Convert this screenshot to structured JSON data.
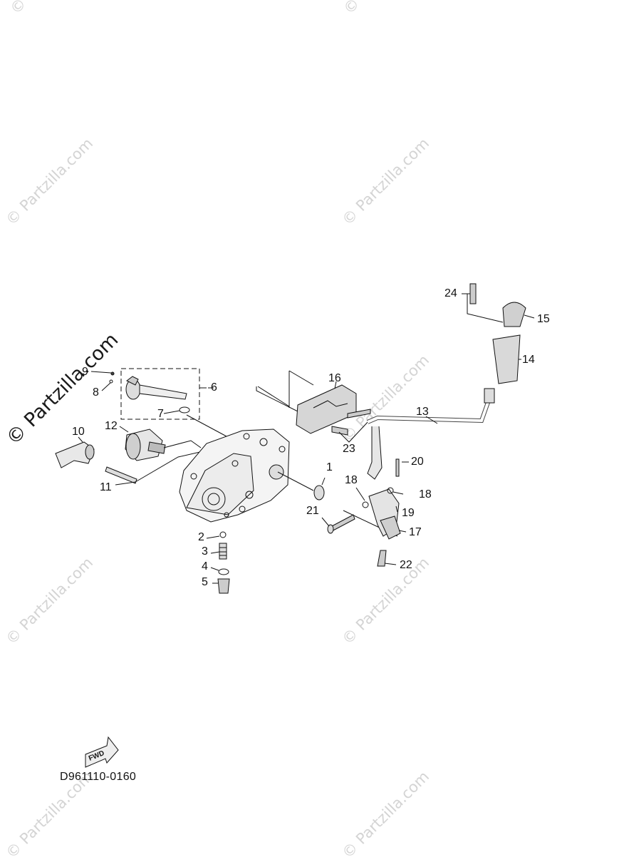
{
  "watermark": {
    "text": "© Partzilla.com",
    "corner_text": "© P"
  },
  "diagram_code": "D961110-0160",
  "fwd_label": "FWD",
  "callouts": [
    "1",
    "2",
    "3",
    "4",
    "5",
    "6",
    "7",
    "8",
    "9",
    "10",
    "11",
    "12",
    "13",
    "14",
    "15",
    "16",
    "17",
    "18",
    "18",
    "19",
    "20",
    "21",
    "22",
    "23",
    "24"
  ],
  "colors": {
    "line": "#111111",
    "watermark": "#d4d4d4",
    "part_shade": "#bdbdbd"
  }
}
